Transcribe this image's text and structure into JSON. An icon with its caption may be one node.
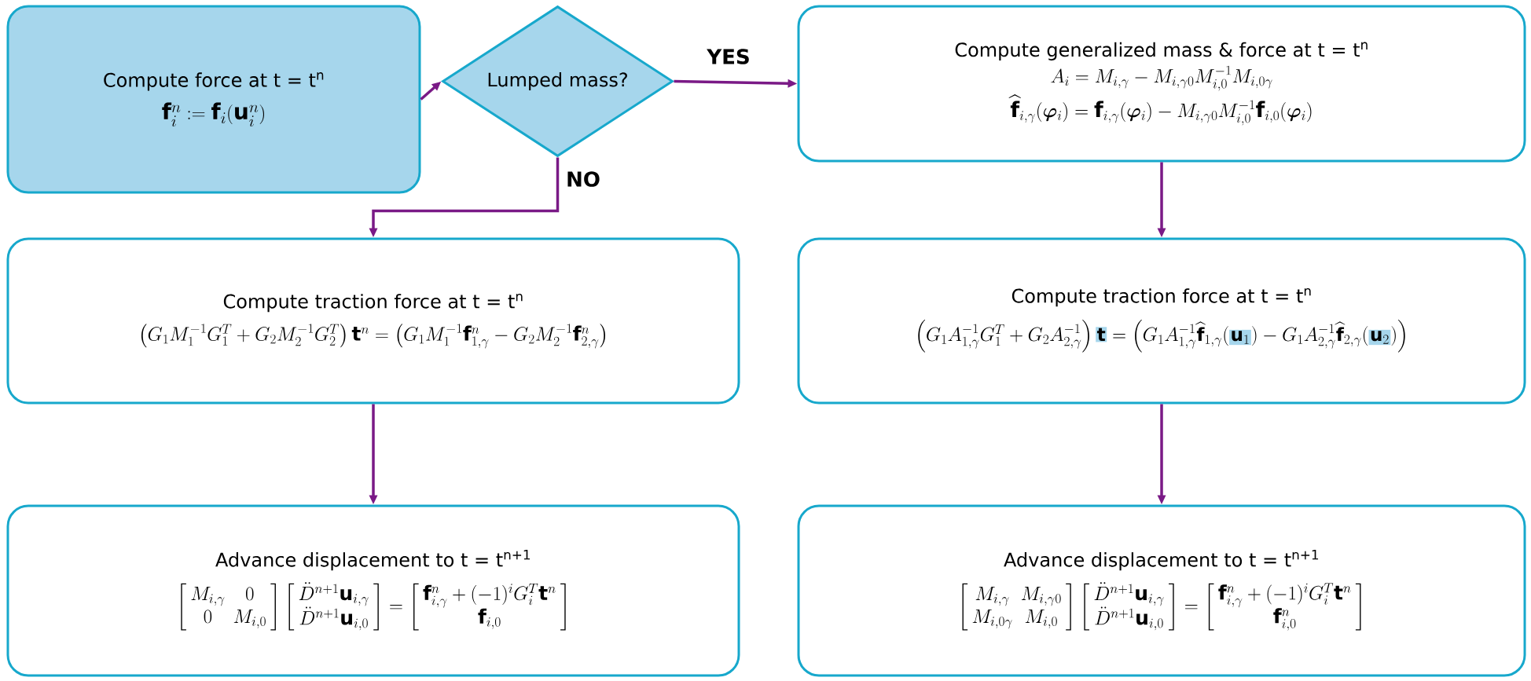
{
  "diagram": {
    "nodes": [
      {
        "text": [
          "Compute force at t = t$^{n}$",
          "\\mathbf{f}_i^n := \\mathbf{f}_i(\\mathbf{u}_i^n)"
        ]
      },
      {
        "text": [
          "Lumped mass?"
        ]
      },
      {
        "text": [
          "Compute generalized mass & force at t = t$^{n}$",
          "A_i = M_{i,\\gamma} - M_{i,\\gamma 0} M_{i,0}^{-1} M_{i,0\\gamma}",
          "\\widehat{\\mathbf{f}}_{i,\\gamma}(\\boldsymbol{\\varphi}_i) = \\mathbf{f}_{i,\\gamma}(\\boldsymbol{\\varphi}_i) - M_{i,\\gamma 0} M_{i,0}^{-1} \\mathbf{f}_{i,0}(\\boldsymbol{\\varphi}_i)"
        ]
      },
      {
        "text": [
          "Compute traction force at t = t$^{n}$",
          "\\left(G_1 M_1^{-1} G_1^T + G_2 M_2^{-1} G_2^T\\right) \\mathbf{t}^n = \\left(G_1 M_1^{-1} \\mathbf{f}^n_{1,\\gamma} - G_2 M_2^{-1} \\mathbf{f}^n_{2,\\gamma}\\right)"
        ]
      },
      {
        "text": [
          "Compute traction force at t = t$^{n}$",
          "\\left(G_1 A_{1,\\gamma}^{-1} G_1^T + G_2 A_{2,\\gamma}^{-1}\\right) \\colorbox[HTML]{A6D6EC}{$\\mathbf{t}$} = \\Big(G_1 A_{1,\\gamma}^{-1} \\widehat{\\mathbf{f}}_{1,\\gamma}(\\colorbox[HTML]{A6D6EC}{$\\mathbf{u}_1$}) - G_1 A_{2,\\gamma}^{-1} \\widehat{\\mathbf{f}}_{2,\\gamma}(\\colorbox[HTML]{A6D6EC}{$\\mathbf{u}_2$})\\Big)"
        ]
      },
      {
        "text": [
          "Advance displacement to t = t$^{n+1}$",
          "\\left[\\begin{array}{cc} M_{i,\\gamma} & 0 \\\\ 0 & M_{i,0} \\end{array}\\right] \\left[\\begin{array}{c} \\ddot{D}^{n+1}\\mathbf{u}_{i,\\gamma} \\\\ \\ddot{D}^{n+1}\\mathbf{u}_{i,0} \\end{array}\\right] = \\left[\\begin{array}{c} \\mathbf{f}^n_{i,\\gamma} + (-1)^i G_i^T \\mathbf{t}^n \\\\ \\mathbf{f}_{i,0} \\end{array}\\right]"
        ]
      },
      {
        "text": [
          "Advance displacement to t = t$^{n+1}$",
          "\\left[\\begin{array}{cc} M_{i,\\gamma} & M_{i,\\gamma 0} \\\\ M_{i,0\\gamma} & M_{i,0} \\end{array}\\right] \\left[\\begin{array}{c} \\ddot{D}^{n+1}\\mathbf{u}_{i,\\gamma} \\\\ \\ddot{D}^{n+1}\\mathbf{u}_{i,0} \\end{array}\\right] = \\left[\\begin{array}{c} \\mathbf{f}^n_{i,\\gamma} + (-1)^i G_i^T \\mathbf{t}^n \\\\ \\mathbf{f}^n_{i,0} \\end{array}\\right]"
        ]
      }
    ],
    "edges": [
      {
        "from": 0,
        "to": 1,
        "arrow": "to"
      },
      {
        "from": 1,
        "to": 2,
        "arrow": "to",
        "label": "YES"
      },
      {
        "from": 1,
        "to": 3,
        "arrow": "to",
        "label": "NO"
      },
      {
        "from": 2,
        "to": 4,
        "arrow": "to"
      },
      {
        "from": 3,
        "to": 5,
        "arrow": "to"
      },
      {
        "from": 4,
        "to": 6,
        "arrow": "to"
      }
    ]
  }
}
